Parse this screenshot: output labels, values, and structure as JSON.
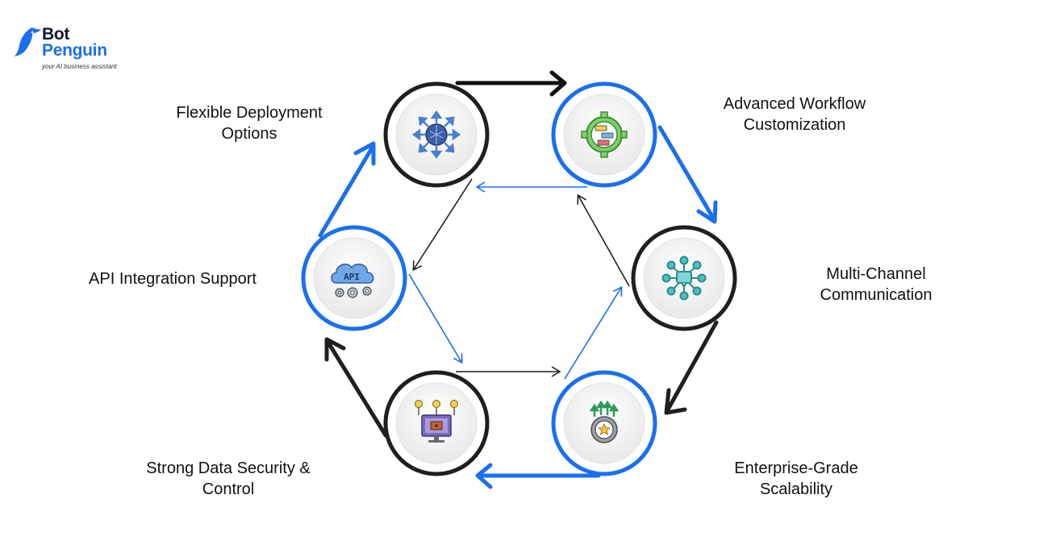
{
  "brand": {
    "name_line1": "Bot",
    "name_line2": "Penguin",
    "tagline": "your AI business assistant"
  },
  "colors": {
    "blue": "#1a6ff0",
    "black": "#1f1f1f",
    "ring_inner": "#f3f3f3"
  },
  "nodes": [
    {
      "id": "flexible-deployment",
      "label_lines": [
        "Flexible Deployment",
        "Options"
      ],
      "ring": "black",
      "icon": "network-hub-icon"
    },
    {
      "id": "advanced-workflow",
      "label_lines": [
        "Advanced Workflow",
        "Customization"
      ],
      "ring": "blue",
      "icon": "workflow-gear-icon"
    },
    {
      "id": "multi-channel",
      "label_lines": [
        "Multi-Channel",
        "Communication"
      ],
      "ring": "black",
      "icon": "chat-network-icon"
    },
    {
      "id": "enterprise-scalability",
      "label_lines": [
        "Enterprise-Grade",
        "Scalability"
      ],
      "ring": "blue",
      "icon": "growth-gear-icon"
    },
    {
      "id": "data-security",
      "label_lines": [
        "Strong Data Security &",
        "Control"
      ],
      "ring": "black",
      "icon": "secure-monitor-icon"
    },
    {
      "id": "api-integration",
      "label_lines": [
        "API Integration Support"
      ],
      "ring": "blue",
      "icon": "api-cloud-icon",
      "icon_text": "API"
    }
  ]
}
